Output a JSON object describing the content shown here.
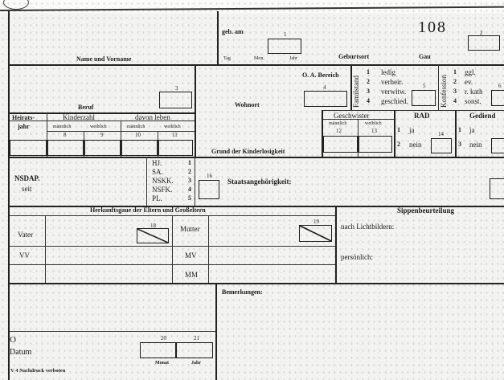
{
  "header": {
    "stamp_number": "108",
    "geb_am": "geb. am",
    "tag": "Tag",
    "mon": "Mon.",
    "jahr": "Jahr",
    "geburtsort": "Geburtsort",
    "gau": "Gau",
    "name": "Name und Vorname"
  },
  "box_numbers": {
    "n1": "1",
    "n2": "2",
    "n3": "3",
    "n4": "4",
    "n5": "5",
    "n6": "6",
    "n8": "8",
    "n9": "9",
    "n10": "10",
    "n11": "11",
    "n12": "12",
    "n13": "13",
    "n14": "14",
    "n16": "16",
    "n18": "18",
    "n19": "19",
    "n20": "20",
    "n21": "21"
  },
  "beruf": {
    "title": "Beruf",
    "heirats": "Heirats-",
    "jahr": "jahr",
    "kinderzahl": "Kinderzahl",
    "davon_leben": "davon leben",
    "maennlich": "männlich",
    "weiblich": "weiblich"
  },
  "wohnort": {
    "label": "Wohnort",
    "oa_bereich": "O. A. Bereich",
    "grund": "Grund der Kinderlosigkeit"
  },
  "familienstand": {
    "label": "Familstand",
    "options": [
      {
        "n": "1",
        "text": "ledig"
      },
      {
        "n": "2",
        "text": "verheir."
      },
      {
        "n": "3",
        "text": "verwitw."
      },
      {
        "n": "4",
        "text": "geschied."
      }
    ]
  },
  "konfession": {
    "label": "Konfession",
    "options": [
      {
        "n": "1",
        "text": "ggl."
      },
      {
        "n": "2",
        "text": "ev."
      },
      {
        "n": "3",
        "text": "r. kath"
      },
      {
        "n": "4",
        "text": "sonst."
      }
    ]
  },
  "geschwister": {
    "title": "Geschwister",
    "maennlich": "männlich",
    "weiblich": "weiblich"
  },
  "rad": {
    "title": "RAD",
    "n1": "1",
    "ja": "ja",
    "n2": "2",
    "nein": "nein"
  },
  "gediend": {
    "title": "Gediend",
    "n1": "1",
    "ja": "ja",
    "n3": "3",
    "nein": "nein"
  },
  "nsdap": {
    "label": "NSDAP.",
    "seit": "seit",
    "orgs": [
      {
        "name": "HJ.",
        "n": "1"
      },
      {
        "name": "SA.",
        "n": "2"
      },
      {
        "name": "NSKK.",
        "n": "3"
      },
      {
        "name": "NSFK.",
        "n": "4"
      },
      {
        "name": "PL.",
        "n": "5"
      }
    ],
    "staatsangehoerigkeit": "Staatsangehörigkeit:"
  },
  "herkunft": {
    "title": "Herkunftsgaue der Eltern und Großeltern",
    "vater": "Vater",
    "mutter": "Mutter",
    "vv": "VV",
    "mv": "MV",
    "mm": "MM"
  },
  "sippen": {
    "title": "Sippenbeurteilung",
    "lichtbilder": "nach Lichtbildern:",
    "persoenlich": "persönlich:"
  },
  "footer": {
    "bemerkungen": "Bemerkungen:",
    "o": "O",
    "datum": "Datum",
    "monat": "Monat",
    "jahr": "Jahr",
    "nachdruck": "V 4 Nachdruck verboten"
  }
}
